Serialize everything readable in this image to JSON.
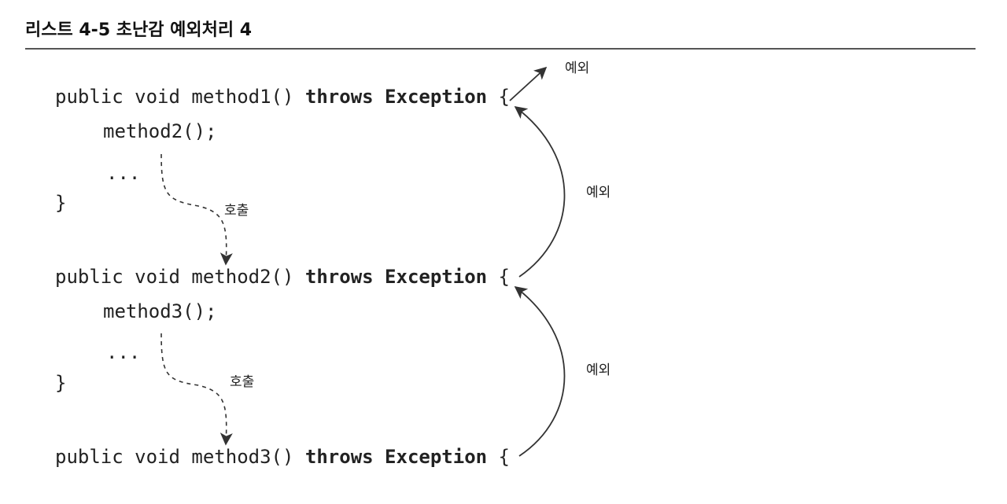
{
  "title": "리스트 4-5 초난감 예외처리 4",
  "code": {
    "method1": {
      "signature": "public void method1() ",
      "throws_kw": "throws",
      "exception_kw": "Exception",
      "open_brace": " {",
      "body_call": "method2();",
      "body_ellipsis": "...",
      "close_brace": "}"
    },
    "method2": {
      "signature": "public void method2() ",
      "throws_kw": "throws",
      "exception_kw": "Exception",
      "open_brace": " {",
      "body_call": "method3();",
      "body_ellipsis": "...",
      "close_brace": "}"
    },
    "method3": {
      "signature": "public void method3() ",
      "throws_kw": "throws",
      "exception_kw": "Exception",
      "open_brace": " {"
    }
  },
  "labels": {
    "call_1": "호출",
    "call_2": "호출",
    "exception_top": "예외",
    "exception_1": "예외",
    "exception_2": "예외"
  },
  "colors": {
    "text": "#222222",
    "rule": "#555555",
    "arrow": "#333333"
  }
}
